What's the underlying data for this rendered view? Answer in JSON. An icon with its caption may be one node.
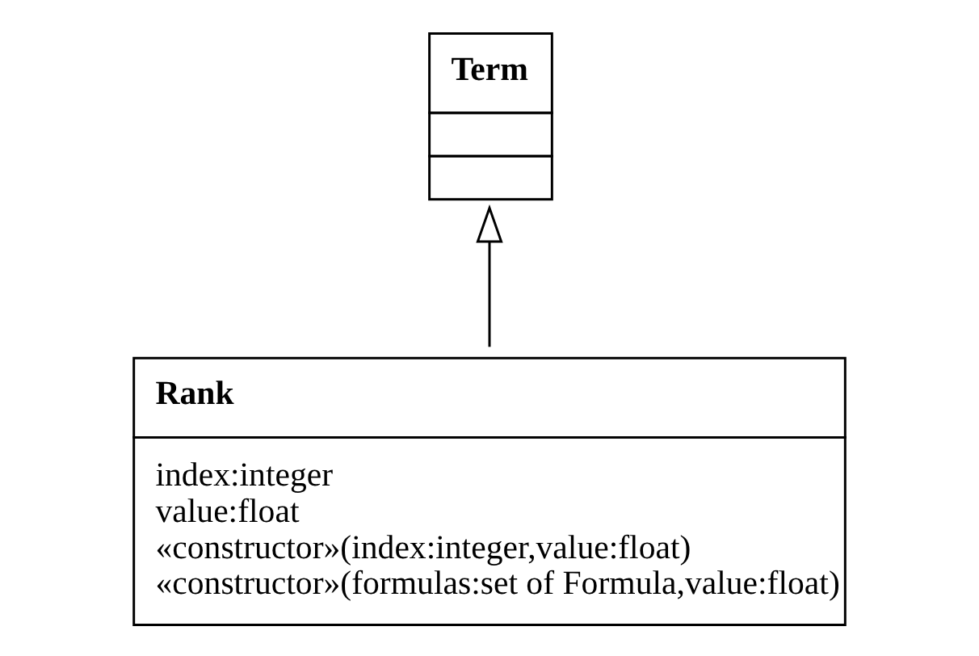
{
  "diagram": {
    "nodes": [
      {
        "text": [
          "Term"
        ]
      },
      {
        "text": [
          "Rank",
          "index:integer",
          "value:float",
          "«constructor»(index:integer,value:float)",
          "«constructor»(formulas:set of Formula,value:float)"
        ]
      }
    ],
    "edges": [
      {
        "from": 1,
        "to": 0,
        "arrow": "to"
      }
    ]
  }
}
